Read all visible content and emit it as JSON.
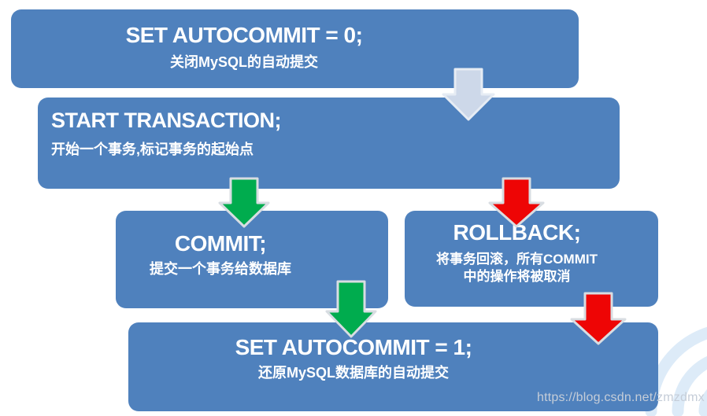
{
  "diagram": {
    "boxes": [
      {
        "id": "set-autocommit-0",
        "title": "SET AUTOCOMMIT = 0;",
        "subtitle": "关闭MySQL的自动提交"
      },
      {
        "id": "start-transaction",
        "title": "START TRANSACTION;",
        "subtitle": "开始一个事务,标记事务的起始点"
      },
      {
        "id": "commit",
        "title": "COMMIT;",
        "subtitle": "提交一个事务给数据库"
      },
      {
        "id": "rollback",
        "title": "ROLLBACK;",
        "subtitle_line1": "将事务回滚，所有COMMIT",
        "subtitle_line2": "中的操作将被取消"
      },
      {
        "id": "set-autocommit-1",
        "title": "SET AUTOCOMMIT = 1;",
        "subtitle": "还原MySQL数据库的自动提交"
      }
    ],
    "arrows": [
      {
        "from": "set-autocommit-0",
        "to": "start-transaction",
        "color": "#CDD8E9"
      },
      {
        "from": "start-transaction",
        "to": "commit",
        "color": "#00AC4E"
      },
      {
        "from": "start-transaction",
        "to": "rollback",
        "color": "#EE0505"
      },
      {
        "from": "commit",
        "to": "set-autocommit-1",
        "color": "#00AC4E"
      },
      {
        "from": "rollback",
        "to": "set-autocommit-1",
        "color": "#EE0505"
      }
    ]
  },
  "watermark": {
    "text": "https://blog.csdn.net/zmzdmx",
    "logo": "csdn-logo-arcs"
  },
  "colors": {
    "box-blue": "#4F81BD",
    "arrow-gray": "#CDD8E9",
    "arrow-gray-border": "#E6ECF4",
    "arrow-green": "#00AC4E",
    "arrow-red": "#EE0505",
    "arrow-border": "#D8DDE2",
    "watermark-gray": "#C5CDD8",
    "logo-blue": "#DDEBF8",
    "text-white": "#FFFFFF"
  }
}
